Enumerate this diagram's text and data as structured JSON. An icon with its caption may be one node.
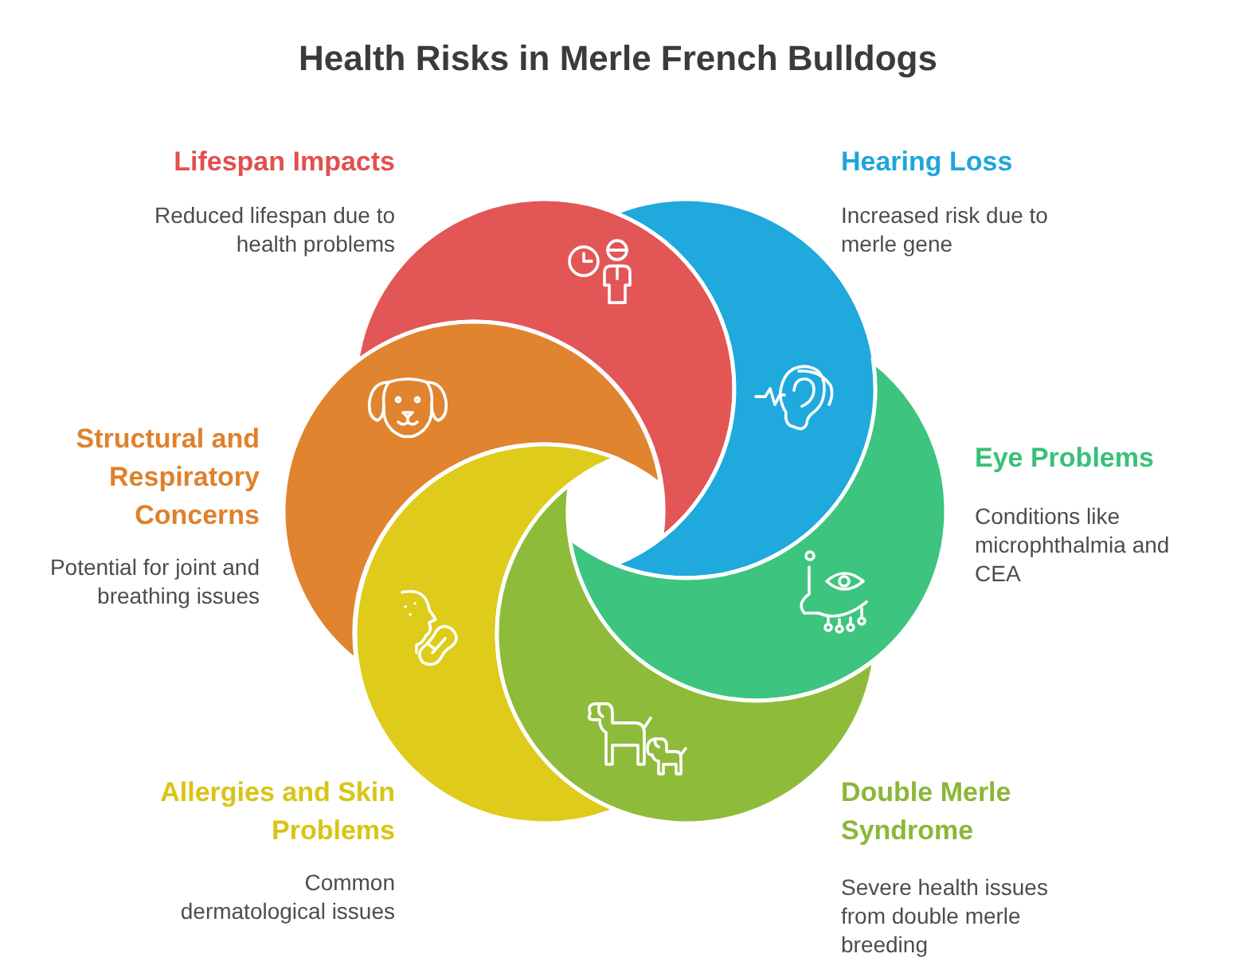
{
  "diagram": {
    "title": "Health Risks in Merle French Bulldogs",
    "nodes": [
      {
        "text": [
          "Lifespan Impacts",
          "Reduced lifespan due to health problems"
        ]
      },
      {
        "text": [
          "Hearing Loss",
          "Increased risk due to merle gene"
        ]
      },
      {
        "text": [
          "Structural and Respiratory Concerns",
          "Potential for joint and breathing issues"
        ]
      },
      {
        "text": [
          "Eye Problems",
          "Conditions like microphthalmia and CEA"
        ]
      },
      {
        "text": [
          "Allergies and Skin Problems",
          "Common dermatological issues"
        ]
      },
      {
        "text": [
          "Double Merle Syndrome",
          "Severe health issues from double merle breeding"
        ]
      }
    ]
  }
}
